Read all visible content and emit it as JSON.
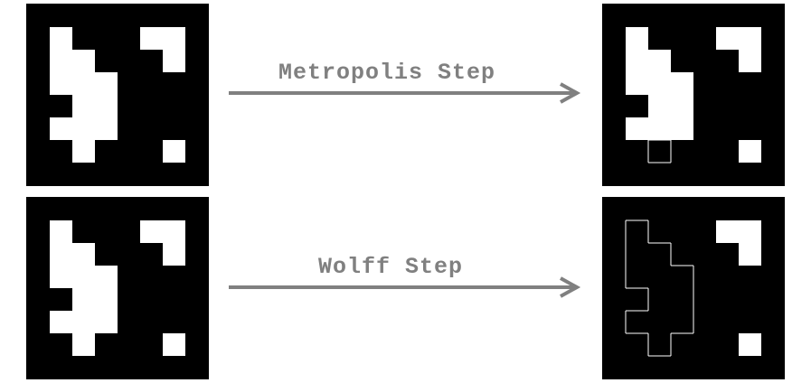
{
  "title": "",
  "grid": {
    "rows": 8,
    "cols": 8,
    "initial_up_cells": [
      [
        1,
        1
      ],
      [
        1,
        5
      ],
      [
        1,
        6
      ],
      [
        2,
        1
      ],
      [
        2,
        2
      ],
      [
        2,
        6
      ],
      [
        3,
        1
      ],
      [
        3,
        2
      ],
      [
        3,
        3
      ],
      [
        4,
        2
      ],
      [
        4,
        3
      ],
      [
        5,
        1
      ],
      [
        5,
        2
      ],
      [
        5,
        3
      ],
      [
        6,
        2
      ],
      [
        6,
        6
      ]
    ]
  },
  "steps": [
    {
      "name": "metropolis",
      "label": "Metropolis Step",
      "flipped_cells": [
        [
          6,
          2
        ]
      ]
    },
    {
      "name": "wolff",
      "label": "Wolff Step",
      "flipped_cells": [
        [
          1,
          1
        ],
        [
          2,
          1
        ],
        [
          2,
          2
        ],
        [
          3,
          1
        ],
        [
          3,
          2
        ],
        [
          3,
          3
        ],
        [
          4,
          2
        ],
        [
          4,
          3
        ],
        [
          5,
          1
        ],
        [
          5,
          2
        ],
        [
          5,
          3
        ],
        [
          6,
          2
        ]
      ]
    }
  ],
  "colors": {
    "spin_up": "#ffffff",
    "spin_down": "#000000",
    "cluster_outline": "#ffffff",
    "arrow": "#808080",
    "label": "#808080"
  }
}
